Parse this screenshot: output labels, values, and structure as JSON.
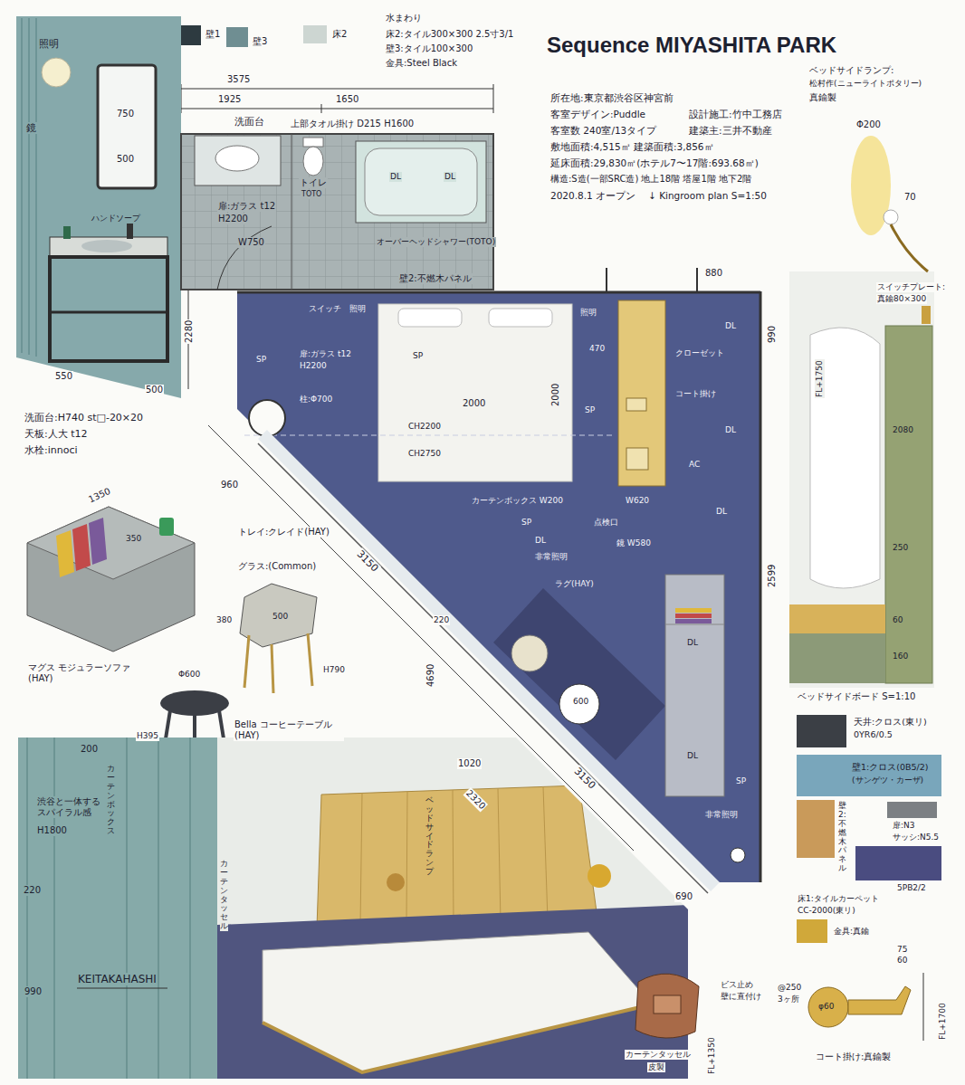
{
  "diagram": {
    "title": "Sequence MIYASHITA PARK",
    "labels": [
      "水まわり",
      "壁1",
      "壁3",
      "床2",
      "床2:タイル300×300 2.5寸3/1",
      "壁3:タイル100×300",
      "金具:Steel Black",
      "3575",
      "1925",
      "1650",
      "洗面台",
      "上部タオル掛け D215 H1600",
      "トイレ",
      "TOTO",
      "DL",
      "DL",
      "扉:ガラス t12",
      "H2200",
      "W750",
      "オーバーヘッドシャワー(TOTO)",
      "壁2:不燃木パネル",
      "880",
      "照明",
      "鏡",
      "500",
      "750",
      "ハンドソープ",
      "2280",
      "550",
      "500",
      "洗面台:H740 st□-20×20",
      "天板:人大 t12",
      "水栓:innoci",
      "スイッチ",
      "照明",
      "SP",
      "扉:ガラス t12",
      "H2200",
      "柱:Φ700",
      "SP",
      "2000",
      "2000",
      "CH2200",
      "CH2750",
      "470",
      "照明",
      "クローゼット",
      "コート掛け",
      "DL",
      "DL",
      "SP",
      "AC",
      "W620",
      "DL",
      "カーテンボックス W200",
      "SP",
      "DL",
      "非常照明",
      "点検口",
      "鏡 W580",
      "ラグ(HAY)",
      "600",
      "DL",
      "DL",
      "SP",
      "非常照明",
      "2599",
      "990",
      "3150",
      "220",
      "4690",
      "1020",
      "2320",
      "3150",
      "690",
      "1350",
      "960",
      "350",
      "トレイ:クレイド(HAY)",
      "グラス:(Common)",
      "380",
      "500",
      "H790",
      "マグス モジュラーソファ (HAY)",
      "Φ600",
      "H395",
      "Bella コーヒーテーブル (HAY)",
      "200",
      "カーテンボックス",
      "渋谷と一体するスパイラル感",
      "H1800",
      "220",
      "カーテンタッセル",
      "ベッドサイドランプ",
      "990",
      "KEITAKAHASHI",
      "ベッドサイドランプ:",
      "松村作(ニューライトポタリー)",
      "真鍮製",
      "Φ200",
      "70",
      "スイッチプレート:",
      "真鍮80×300",
      "FL+1750",
      "2080",
      "250",
      "60",
      "160",
      "ベッドサイドボード S=1:10",
      "天井:クロス(東リ)",
      "0YR6/0.5",
      "壁1:クロス(0B5/2)",
      "(サンゲツ・カーザ)",
      "扉:N3",
      "サッシ:N5.5",
      "壁2:不燃木パネル",
      "床1:タイルカーペット",
      "CC-2000(東リ)",
      "5PB2/2",
      "金具:真鍮",
      "75",
      "60",
      "φ60",
      "@250",
      "3ヶ所",
      "FL+1700",
      "コート掛け:真鍮製",
      "ビス止め",
      "壁に直付け",
      "FL+1350",
      "カーテンタッセル",
      "皮製",
      "所在地:東京都渋谷区神宮前",
      "客室デザイン:Puddle",
      "設計施工:竹中工務店",
      "客室数 240室/13タイプ",
      "建築主:三井不動産",
      "敷地面積:4,515㎡ 建築面積:3,856㎡",
      "延床面積:29,830㎡(ホテル7〜17階:693.68㎡)",
      "構造:S造(一部SRC造) 地上18階 塔屋1階 地下2階",
      "2020.8.1 オープン",
      "↓ Kingroom plan S=1:50"
    ]
  }
}
